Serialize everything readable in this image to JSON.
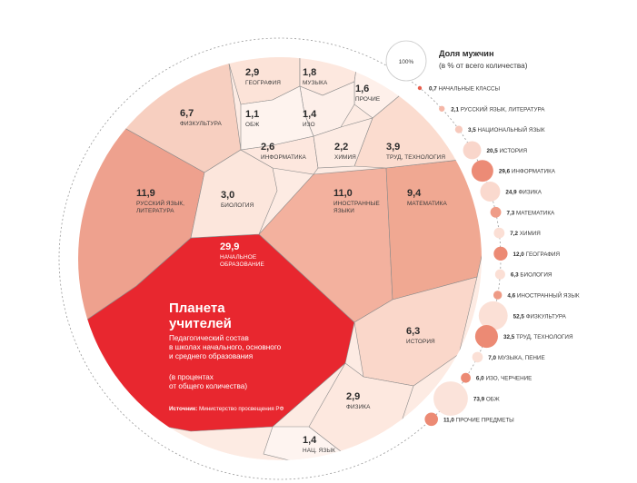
{
  "chart_data": [
    {
      "type": "voronoi-treemap",
      "title": "Планета учителей",
      "subtitle_lines": [
        "Педагогический состав",
        "в школах начального, основного",
        "и среднего образования"
      ],
      "unit_lines": [
        "(в процентах",
        "от общего количества)"
      ],
      "source_label": "Источник:",
      "source_text": "Министерство просвещения РФ",
      "cells": [
        {
          "id": "cell-nachalnoe",
          "value": 29.9,
          "value_text": "29,9",
          "label_lines": [
            "НАЧАЛЬНОЕ",
            "ОБРАЗОВАНИЕ"
          ],
          "color": "#e8272f",
          "text_color": "#ffffff"
        },
        {
          "id": "cell-russkiy",
          "value": 11.9,
          "value_text": "11,9",
          "label_lines": [
            "РУССКИЙ ЯЗЫК,",
            "ЛИТЕРАТУРА"
          ],
          "color": "#eea18e",
          "text_color": "#2b2b2b"
        },
        {
          "id": "cell-inostrannye",
          "value": 11.0,
          "value_text": "11,0",
          "label_lines": [
            "ИНОСТРАННЫЕ",
            "ЯЗЫКИ"
          ],
          "color": "#f3b19e",
          "text_color": "#2b2b2b"
        },
        {
          "id": "cell-matematika",
          "value": 9.4,
          "value_text": "9,4",
          "label_lines": [
            "МАТЕМАТИКА"
          ],
          "color": "#f0a892",
          "text_color": "#2b2b2b"
        },
        {
          "id": "cell-fizkultura",
          "value": 6.7,
          "value_text": "6,7",
          "label_lines": [
            "ФИЗКУЛЬТУРА"
          ],
          "color": "#f7cfc0",
          "text_color": "#2b2b2b"
        },
        {
          "id": "cell-istoriya",
          "value": 6.3,
          "value_text": "6,3",
          "label_lines": [
            "ИСТОРИЯ"
          ],
          "color": "#fad7ca",
          "text_color": "#2b2b2b"
        },
        {
          "id": "cell-trud",
          "value": 3.9,
          "value_text": "3,9",
          "label_lines": [
            "ТРУД, ТЕХНОЛОГИЯ"
          ],
          "color": "#fbdccf",
          "text_color": "#2b2b2b"
        },
        {
          "id": "cell-biologiya",
          "value": 3.0,
          "value_text": "3,0",
          "label_lines": [
            "БИОЛОГИЯ"
          ],
          "color": "#fce6dc",
          "text_color": "#2b2b2b"
        },
        {
          "id": "cell-geografiya",
          "value": 2.9,
          "value_text": "2,9",
          "label_lines": [
            "ГЕОГРАФИЯ"
          ],
          "color": "#fce3d8",
          "text_color": "#2b2b2b"
        },
        {
          "id": "cell-fizika",
          "value": 2.9,
          "value_text": "2,9",
          "label_lines": [
            "ФИЗИКА"
          ],
          "color": "#fde8df",
          "text_color": "#2b2b2b"
        },
        {
          "id": "cell-informatika",
          "value": 2.6,
          "value_text": "2,6",
          "label_lines": [
            "ИНФОРМАТИКА"
          ],
          "color": "#fde7de",
          "text_color": "#2b2b2b"
        },
        {
          "id": "cell-himiya",
          "value": 2.2,
          "value_text": "2,2",
          "label_lines": [
            "ХИМИЯ"
          ],
          "color": "#fdebe3",
          "text_color": "#2b2b2b"
        },
        {
          "id": "cell-muzyka",
          "value": 1.8,
          "value_text": "1,8",
          "label_lines": [
            "МУЗЫКА"
          ],
          "color": "#fde8df",
          "text_color": "#2b2b2b"
        },
        {
          "id": "cell-prochie",
          "value": 1.6,
          "value_text": "1,6",
          "label_lines": [
            "ПРОЧИЕ"
          ],
          "color": "#fef0ea",
          "text_color": "#2b2b2b"
        },
        {
          "id": "cell-izo",
          "value": 1.4,
          "value_text": "1,4",
          "label_lines": [
            "ИЗО"
          ],
          "color": "#fdefe9",
          "text_color": "#2b2b2b"
        },
        {
          "id": "cell-nac-yazyk",
          "value": 1.4,
          "value_text": "1,4",
          "label_lines": [
            "НАЦ. ЯЗЫК"
          ],
          "color": "#fef4f0",
          "text_color": "#2b2b2b"
        },
        {
          "id": "cell-obzh",
          "value": 1.1,
          "value_text": "1,1",
          "label_lines": [
            "ОБЖ"
          ],
          "color": "#fef3ee",
          "text_color": "#2b2b2b"
        }
      ]
    },
    {
      "type": "bubble-list",
      "title": "Доля мужчин",
      "subtitle": "(в % от всего количества)",
      "reference_value": 100,
      "reference_text": "100%",
      "items": [
        {
          "value": 0.7,
          "value_text": "0,7",
          "label": "НАЧАЛЬНЫЕ КЛАССЫ",
          "color": "#e85f4e"
        },
        {
          "value": 2.1,
          "value_text": "2,1",
          "label": "РУССКИЙ ЯЗЫК, ЛИТЕРАТУРА",
          "color": "#f5b7a7"
        },
        {
          "value": 3.5,
          "value_text": "3,5",
          "label": "НАЦИОНАЛЬНЫЙ ЯЗЫК",
          "color": "#f7c9bc"
        },
        {
          "value": 20.5,
          "value_text": "20,5",
          "label": "ИСТОРИЯ",
          "color": "#f9d6cb"
        },
        {
          "value": 29.6,
          "value_text": "29,6",
          "label": "ИНФОРМАТИКА",
          "color": "#ec8b76"
        },
        {
          "value": 24.9,
          "value_text": "24,9",
          "label": "ФИЗИКА",
          "color": "#fad9ce"
        },
        {
          "value": 7.3,
          "value_text": "7,3",
          "label": "МАТЕМАТИКА",
          "color": "#ef9c87"
        },
        {
          "value": 7.2,
          "value_text": "7,2",
          "label": "ХИМИЯ",
          "color": "#fbdfd5"
        },
        {
          "value": 12.0,
          "value_text": "12,0",
          "label": "ГЕОГРАФИЯ",
          "color": "#ec8a74"
        },
        {
          "value": 6.3,
          "value_text": "6,3",
          "label": "БИОЛОГИЯ",
          "color": "#fbdfd5"
        },
        {
          "value": 4.6,
          "value_text": "4,6",
          "label": "ИНОСТРАННЫЙ ЯЗЫК",
          "color": "#ee9a85"
        },
        {
          "value": 52.5,
          "value_text": "52,5",
          "label": "ФИЗКУЛЬТУРА",
          "color": "#fbe0d6"
        },
        {
          "value": 32.5,
          "value_text": "32,5",
          "label": "ТРУД, ТЕХНОЛОГИЯ",
          "color": "#ec8a74"
        },
        {
          "value": 7.0,
          "value_text": "7,0",
          "label": "МУЗЫКА, ПЕНИЕ",
          "color": "#fbe0d6"
        },
        {
          "value": 6.0,
          "value_text": "6,0",
          "label": "ИЗО, ЧЕРЧЕНИЕ",
          "color": "#ec8a74"
        },
        {
          "value": 73.9,
          "value_text": "73,9",
          "label": "ОБЖ",
          "color": "#fbe3da"
        },
        {
          "value": 11.0,
          "value_text": "11,0",
          "label": "ПРОЧИЕ ПРЕДМЕТЫ",
          "color": "#ec8a74"
        }
      ]
    }
  ]
}
